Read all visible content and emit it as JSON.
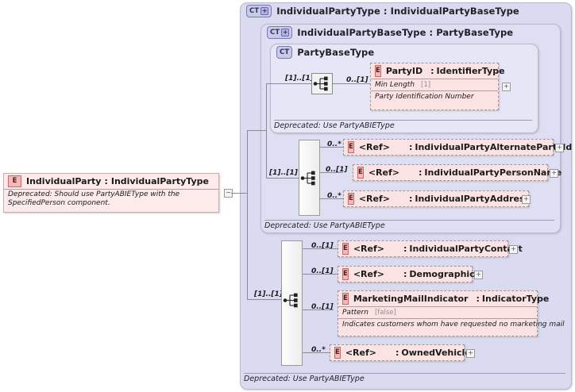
{
  "diagram": {
    "type": "xsd-schema-diagram",
    "root_element": {
      "icon": "element-icon",
      "name": "IndividualParty",
      "separator": ":",
      "type": "IndividualPartyType",
      "documentation": "Deprecated: Should use PartyABIEType with the SpecifiedPerson component.",
      "collapse_icon": "minus-icon"
    },
    "containers": [
      {
        "icon": "complextype-expandable-icon",
        "icon_label": "CT",
        "icon_plus": "+",
        "name": "IndividualPartyType",
        "separator": ":",
        "base": "IndividualPartyBaseType",
        "footer": "Deprecated: Use PartyABIEType"
      },
      {
        "icon": "complextype-expandable-icon",
        "icon_label": "CT",
        "icon_plus": "+",
        "name": "IndividualPartyBaseType",
        "separator": ":",
        "base": "PartyBaseType",
        "footer": "Deprecated: Use PartyABIEType"
      },
      {
        "icon": "complextype-icon",
        "icon_label": "CT",
        "name": "PartyBaseType",
        "footer": "Deprecated: Use PartyABIEType"
      }
    ],
    "compositors": [
      {
        "name": "sequence-compositor-partybasetype",
        "cardinality": "[1]..[1]"
      },
      {
        "name": "sequence-compositor-individualpartybasetype",
        "cardinality": "[1]..[1]"
      },
      {
        "name": "sequence-compositor-individualpartytype",
        "cardinality": "[1]..[1]"
      }
    ],
    "elements": [
      {
        "group": "PartyBaseType",
        "occurrence": "0..[1]",
        "icon": "element-icon",
        "name": "PartyID",
        "separator": ":",
        "type": "IdentifierType",
        "facet_label": "Min Length",
        "facet_value": "[1]",
        "documentation": "Party Identification Number",
        "expand": "+"
      },
      {
        "group": "IndividualPartyBaseType",
        "occurrence": "0..*",
        "icon": "element-icon",
        "name": "<Ref>",
        "separator": ":",
        "type": "IndividualPartyAlternatePartyId",
        "expand": "+"
      },
      {
        "group": "IndividualPartyBaseType",
        "occurrence": "0..[1]",
        "icon": "element-icon",
        "name": "<Ref>",
        "separator": ":",
        "type": "IndividualPartyPersonName",
        "expand": "+"
      },
      {
        "group": "IndividualPartyBaseType",
        "occurrence": "0..*",
        "icon": "element-icon",
        "name": "<Ref>",
        "separator": ":",
        "type": "IndividualPartyAddress",
        "expand": "+"
      },
      {
        "group": "IndividualPartyType",
        "occurrence": "0..[1]",
        "icon": "element-icon",
        "name": "<Ref>",
        "separator": ":",
        "type": "IndividualPartyContact",
        "expand": "+"
      },
      {
        "group": "IndividualPartyType",
        "occurrence": "0..[1]",
        "icon": "element-icon",
        "name": "<Ref>",
        "separator": ":",
        "type": "Demographics",
        "expand": "+"
      },
      {
        "group": "IndividualPartyType",
        "occurrence": "0..[1]",
        "icon": "element-icon",
        "name": "MarketingMailIndicator",
        "separator": ":",
        "type": "IndicatorType",
        "facet_label": "Pattern",
        "facet_value": "[false]",
        "documentation": "Indicates customers whom have requested no marketing mail"
      },
      {
        "group": "IndividualPartyType",
        "occurrence": "0..*",
        "icon": "element-icon",
        "name": "<Ref>",
        "separator": ":",
        "type": "OwnedVehicle",
        "expand": "+"
      }
    ],
    "colors": {
      "element_fill": "#fce3e3",
      "element_icon_fill": "#f3b9b9",
      "container_outer": "#dadaf0",
      "container_mid": "#dfdff3",
      "container_inner": "#e6e6f7",
      "connector": "#8a8a96"
    }
  }
}
